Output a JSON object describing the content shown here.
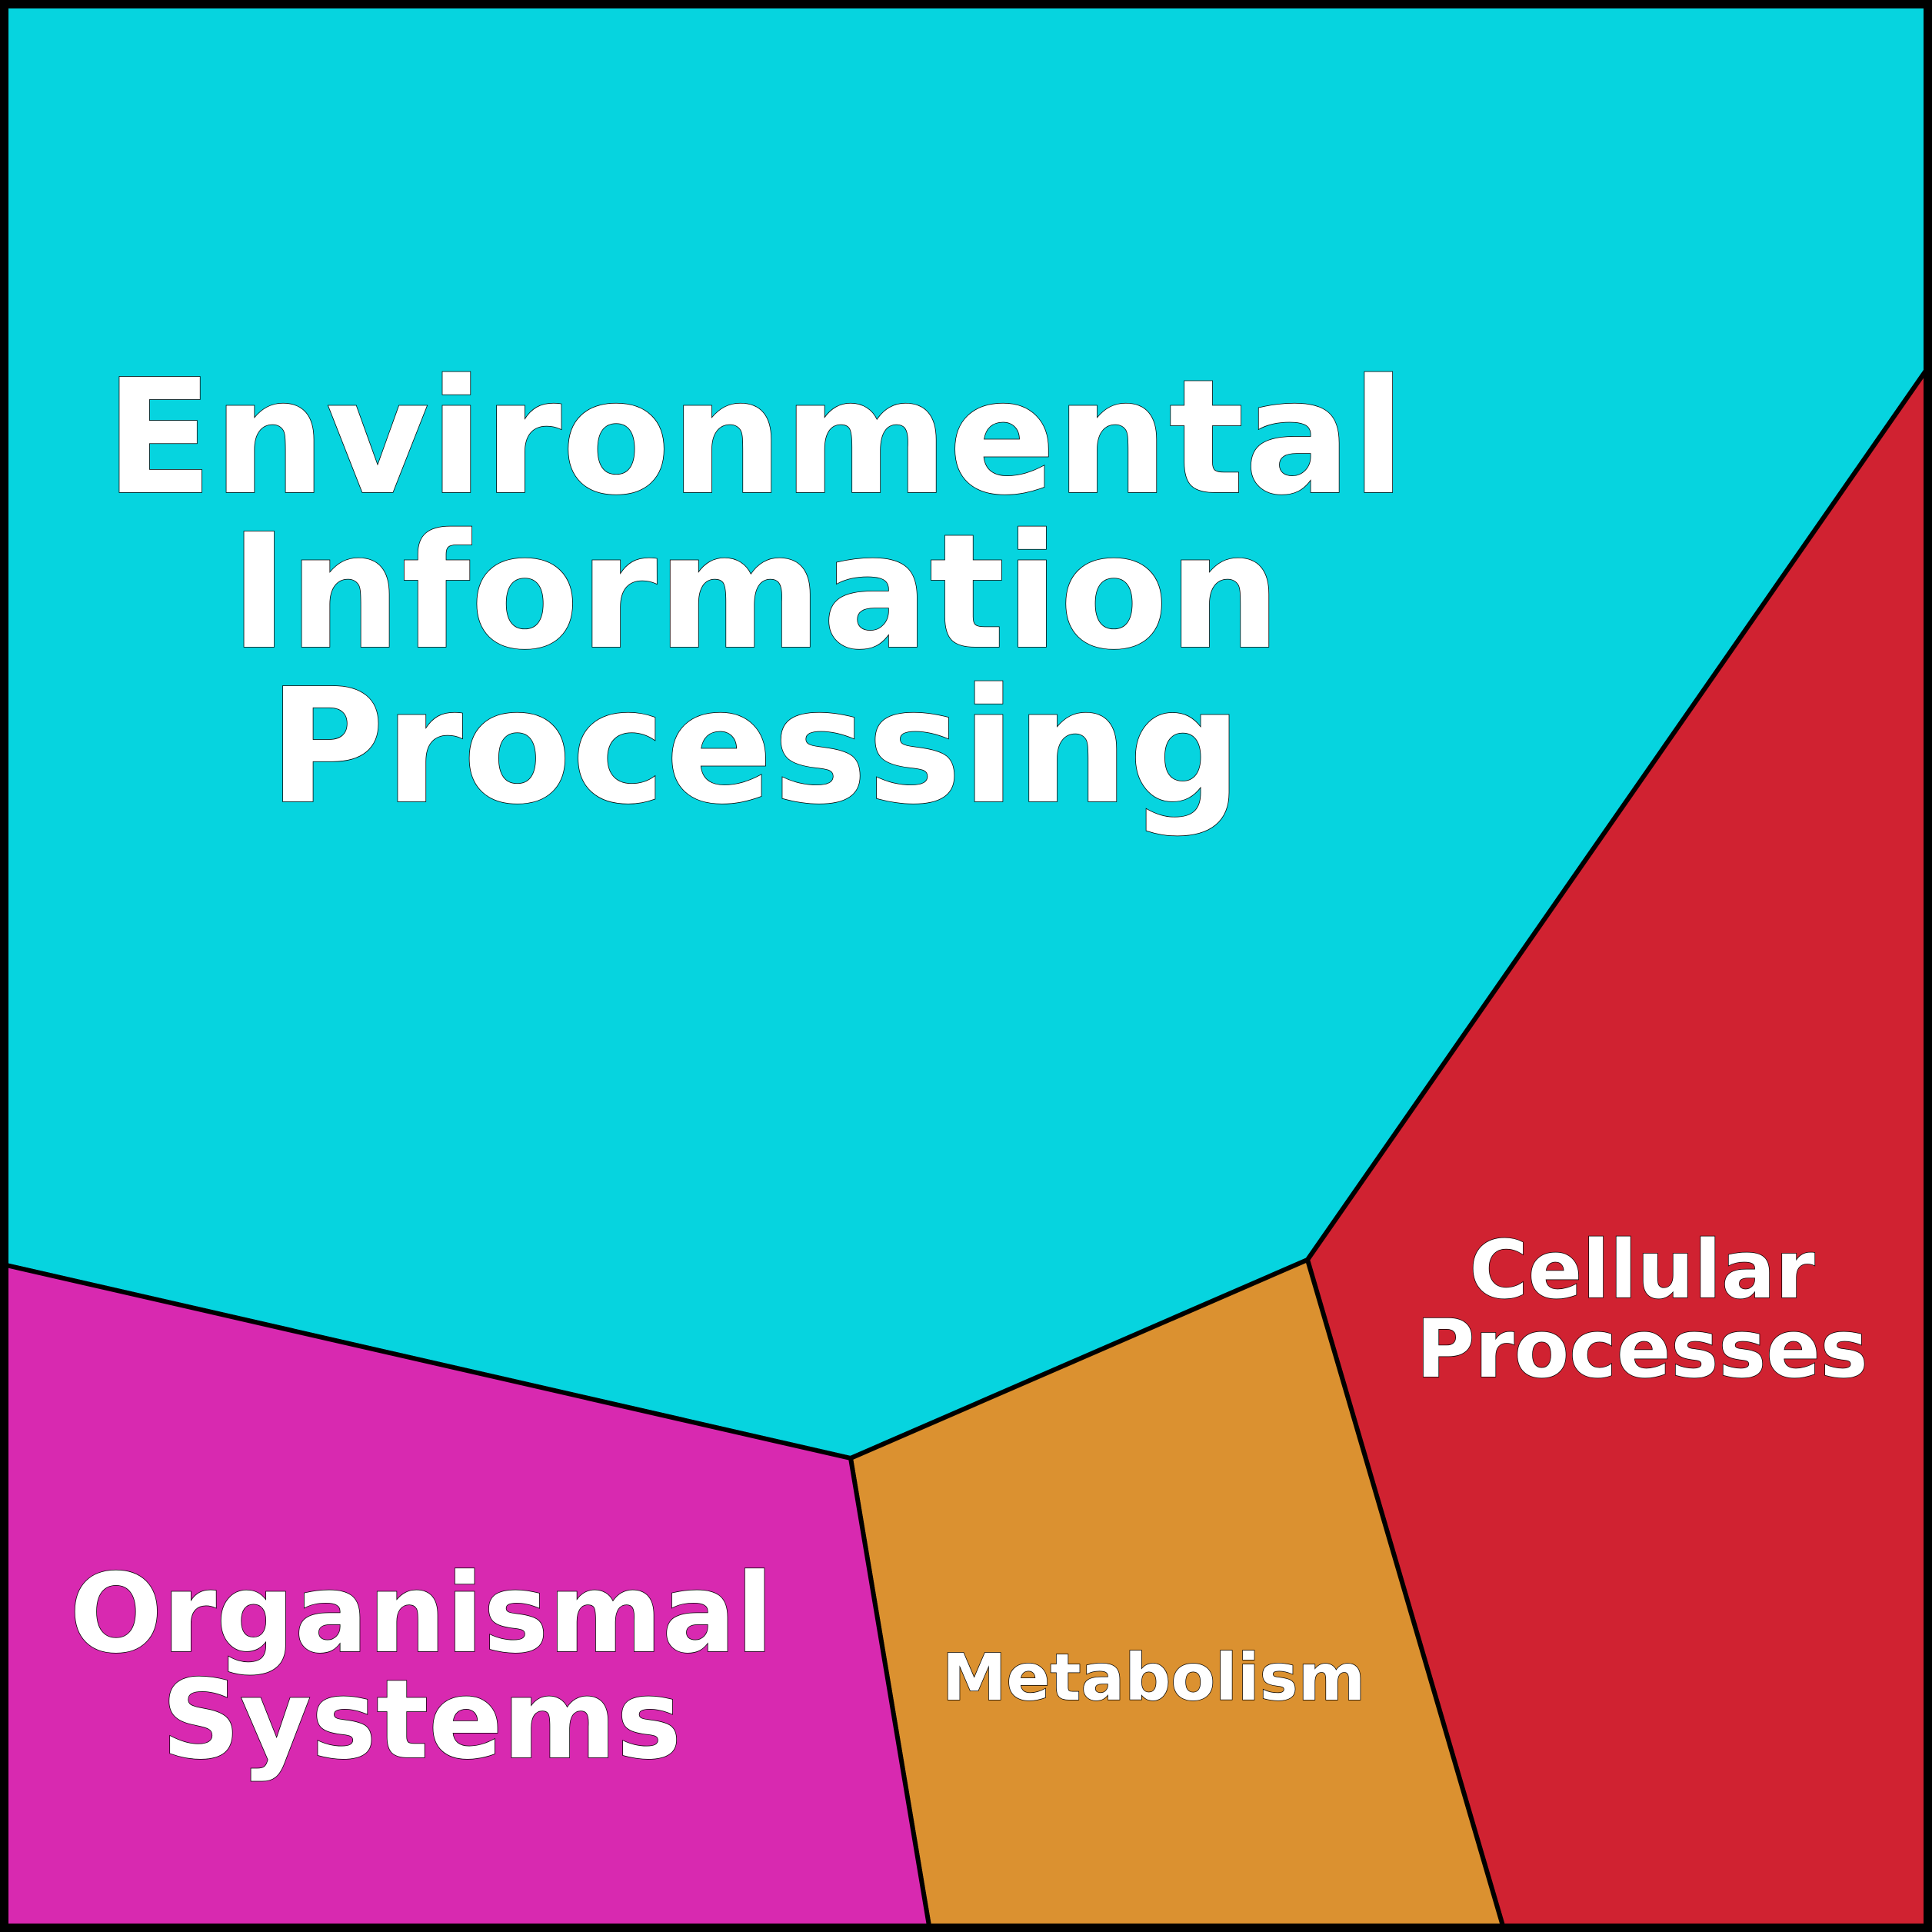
{
  "chart_data": {
    "type": "voronoi-treemap",
    "cells": [
      {
        "name": "Environmental Information Processing",
        "label_lines": [
          "Environmental",
          "Information",
          "Processing"
        ],
        "color": "#06d4df"
      },
      {
        "name": "Cellular Processes",
        "label_lines": [
          "Cellular",
          "Processes"
        ],
        "color": "#d02231"
      },
      {
        "name": "Metabolism",
        "label_lines": [
          "Metabolism"
        ],
        "color": "#db9130"
      },
      {
        "name": "Organismal Systems",
        "label_lines": [
          "Organismal",
          "Systems"
        ],
        "color": "#d829b0"
      }
    ]
  }
}
